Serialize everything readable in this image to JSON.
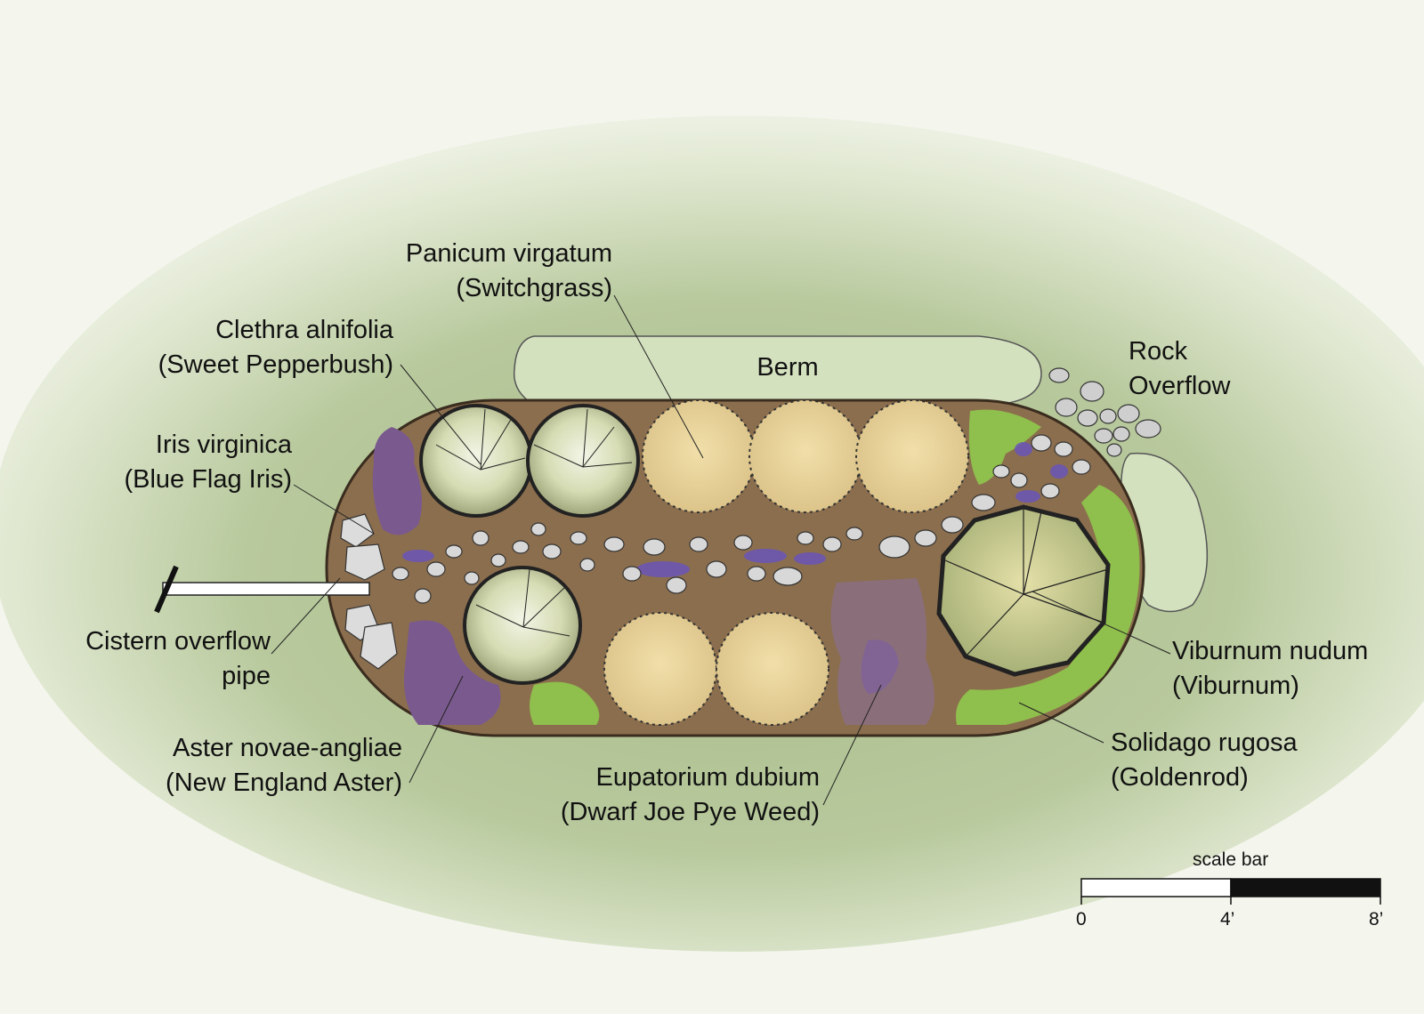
{
  "labels": {
    "panicum": {
      "latin": "Panicum virgatum",
      "common": "(Switchgrass)"
    },
    "clethra": {
      "latin": "Clethra alnifolia",
      "common": "(Sweet Pepperbush)"
    },
    "iris": {
      "latin": "Iris virginica",
      "common": "(Blue Flag Iris)"
    },
    "cistern": {
      "line1": "Cistern overflow",
      "line2": "pipe"
    },
    "aster": {
      "latin": "Aster novae-angliae",
      "common": "(New England Aster)"
    },
    "eupatorium": {
      "latin": "Eupatorium dubium",
      "common": "(Dwarf Joe Pye Weed)"
    },
    "berm": "Berm",
    "rock_overflow": {
      "line1": "Rock",
      "line2": "Overflow"
    },
    "viburnum": {
      "latin": "Viburnum nudum",
      "common": "(Viburnum)"
    },
    "solidago": {
      "latin": "Solidago rugosa",
      "common": "(Goldenrod)"
    }
  },
  "scale_bar": {
    "title": "scale bar",
    "ticks": [
      "0",
      "4’",
      "8’"
    ]
  },
  "colors": {
    "grass": "#b9c9a0",
    "soil": "#8b6e4e",
    "berm": "#d3e0bd",
    "switchgrass": "#ecd9a1",
    "shrub": "#dfe5c5",
    "aster_purple": "#7a5a8e",
    "iris_blue": "#6a55b8",
    "goldenrod_green": "#8fbf4c",
    "joe_pye": "#8a6f7a",
    "rock": "#d9d9d9"
  }
}
